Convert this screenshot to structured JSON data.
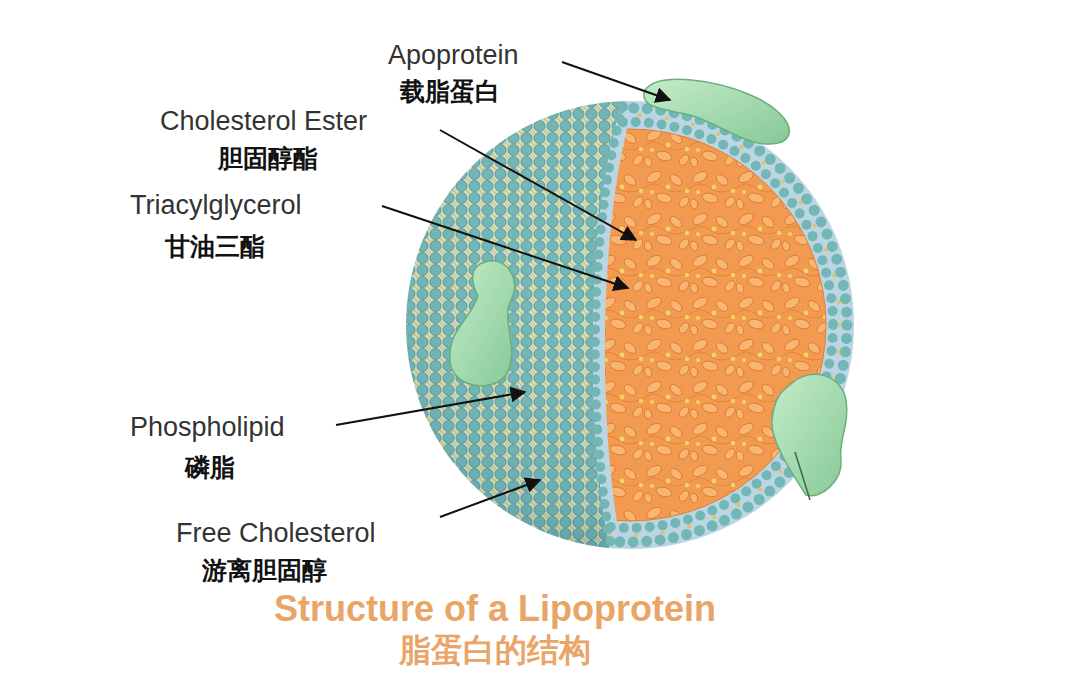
{
  "diagram": {
    "title": "Structure of a Lipoprotein",
    "labels": [
      "Apoprotein",
      "载脂蛋白",
      "Cholesterol Ester",
      "胆固醇酯",
      "Triacylglycerol",
      "甘油三酯",
      "Phospholipid",
      "磷脂",
      "Free Cholesterol",
      "游离胆固醇",
      "脂蛋白的结构"
    ]
  }
}
